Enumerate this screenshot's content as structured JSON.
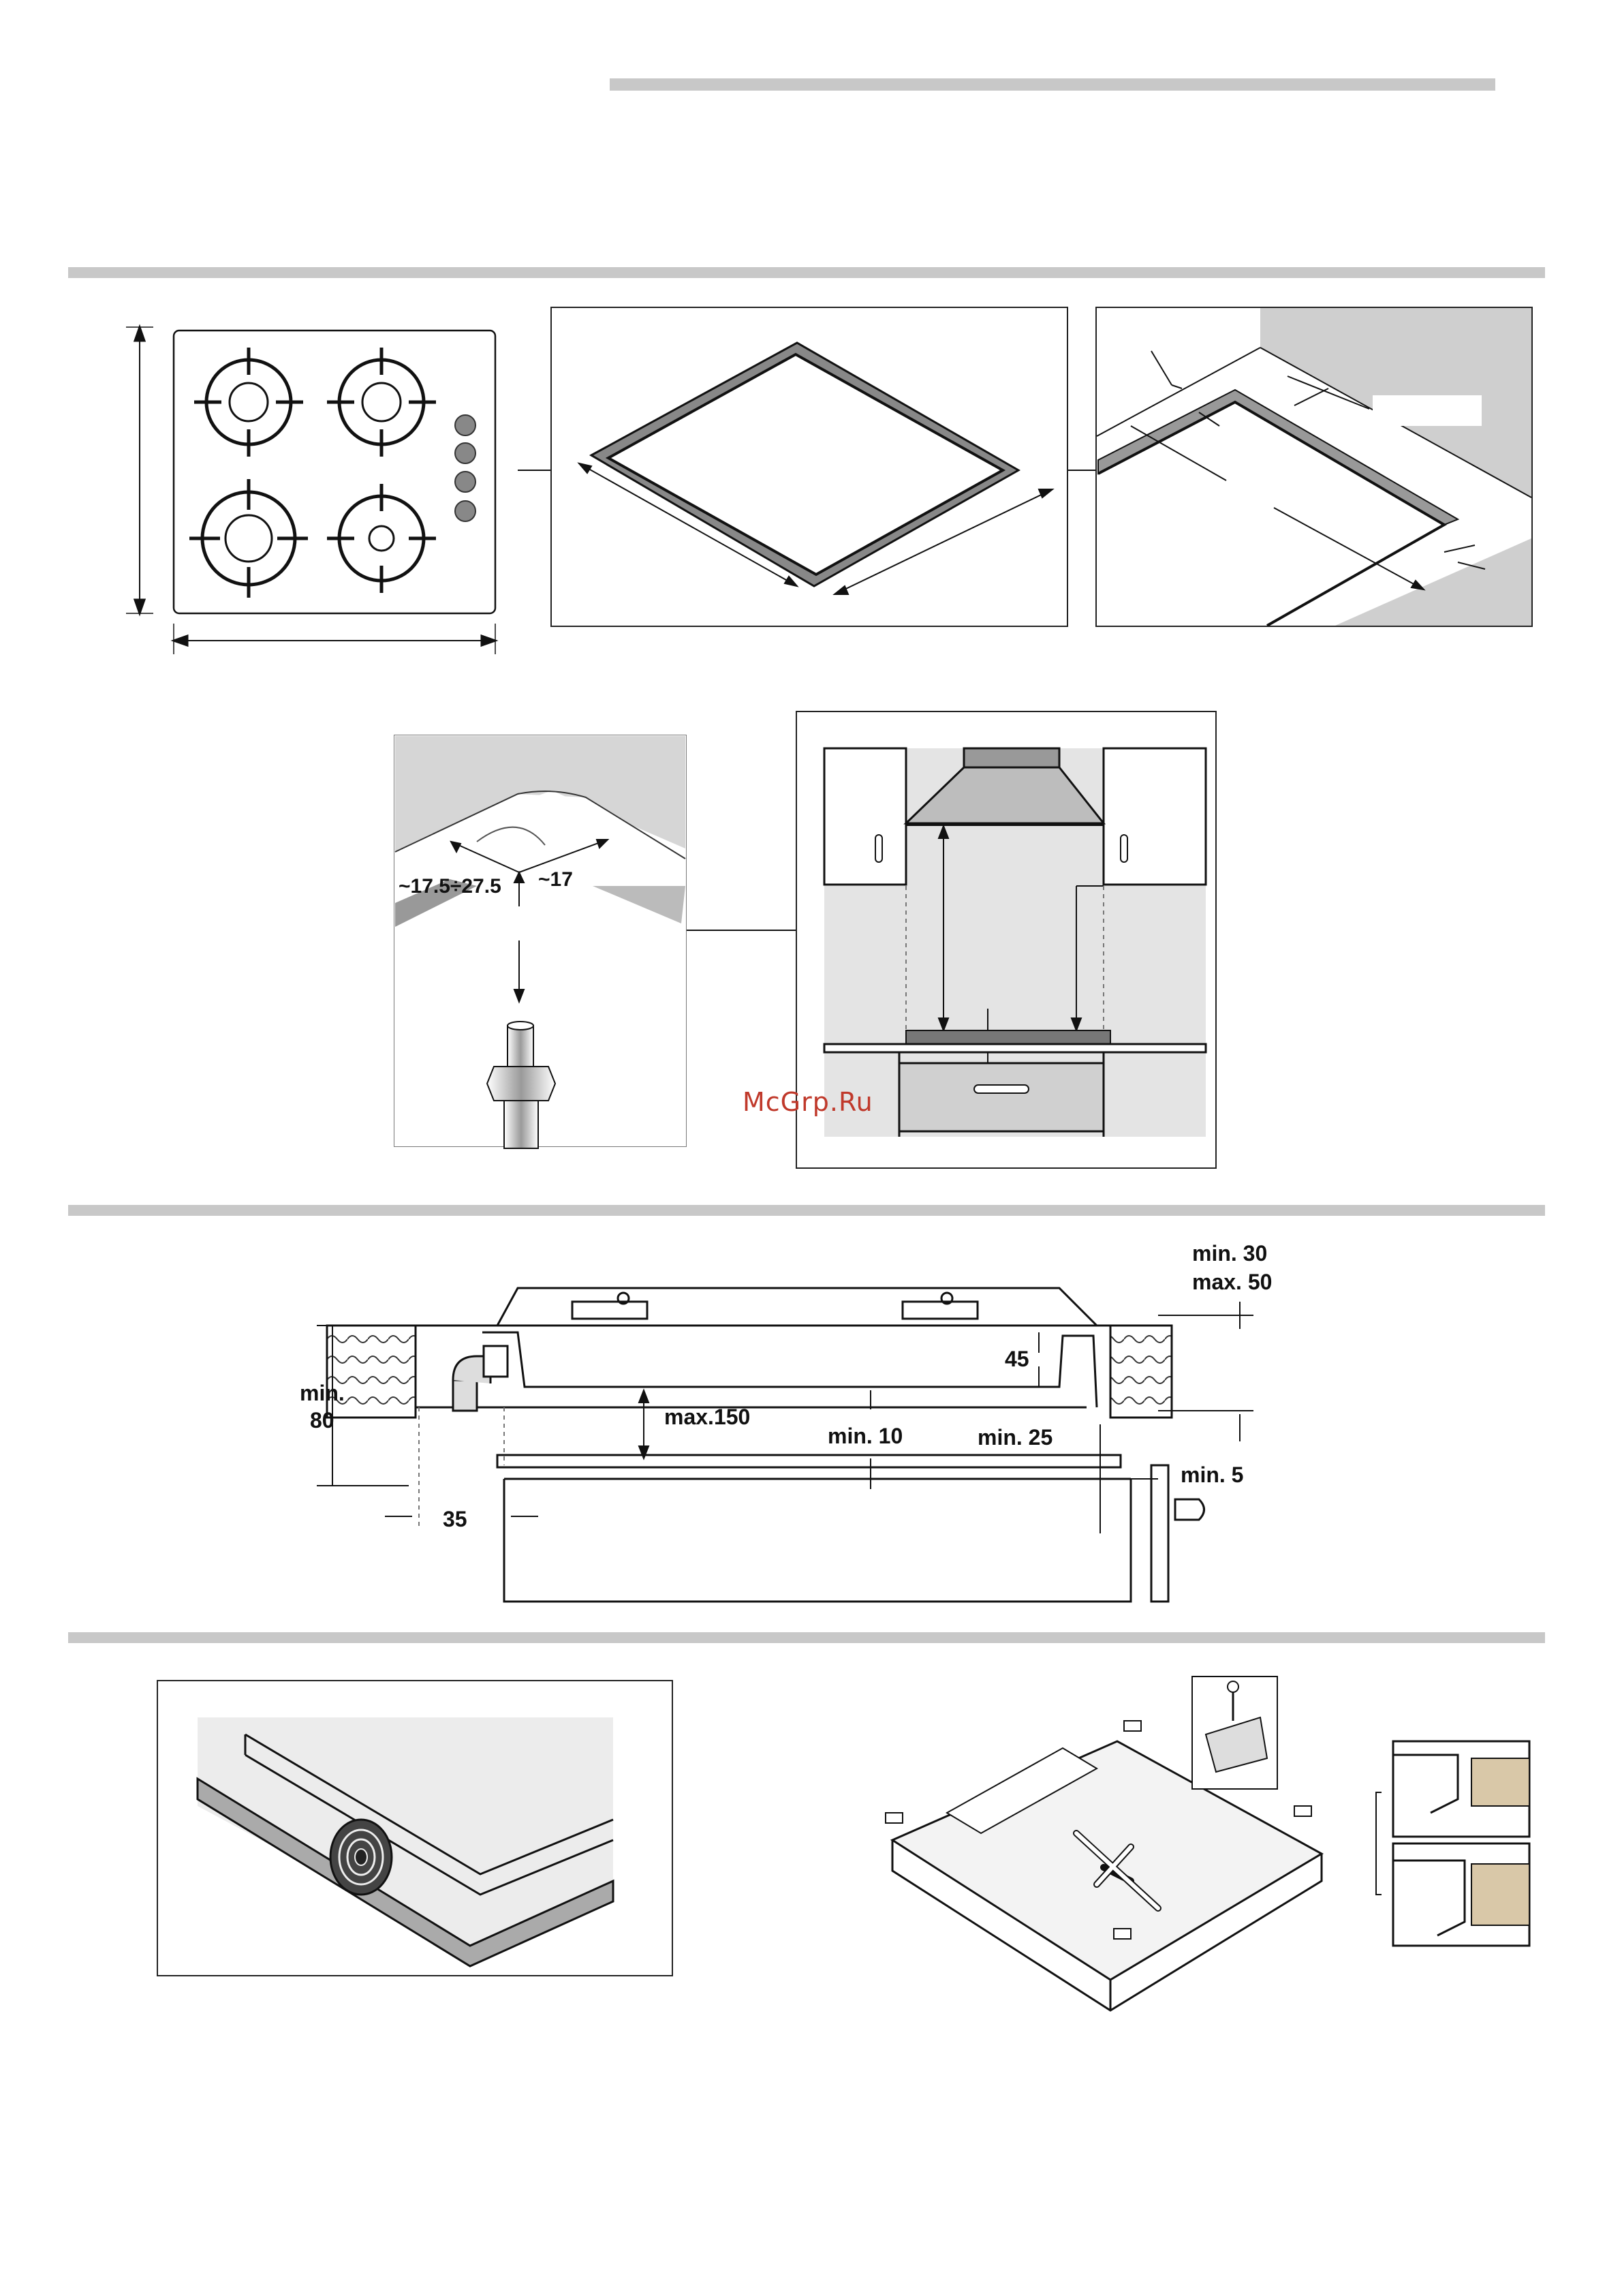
{
  "watermark": "McGrp.Ru",
  "gas_connection": {
    "dim_left": "~17.5÷27.5",
    "dim_right": "~17"
  },
  "installation_section": {
    "min30": "min. 30",
    "max50": "max. 50",
    "d45": "45",
    "min80_a": "min.",
    "min80_b": "80",
    "max150": "max.150",
    "min10": "min. 10",
    "min25": "min. 25",
    "min5": "min. 5",
    "d35": "35"
  },
  "colors": {
    "rule": "#c8c8c8",
    "line": "#111111",
    "wall_gray": "#cfcfcf",
    "knob": "#888888",
    "watermark": "#c0392b"
  }
}
